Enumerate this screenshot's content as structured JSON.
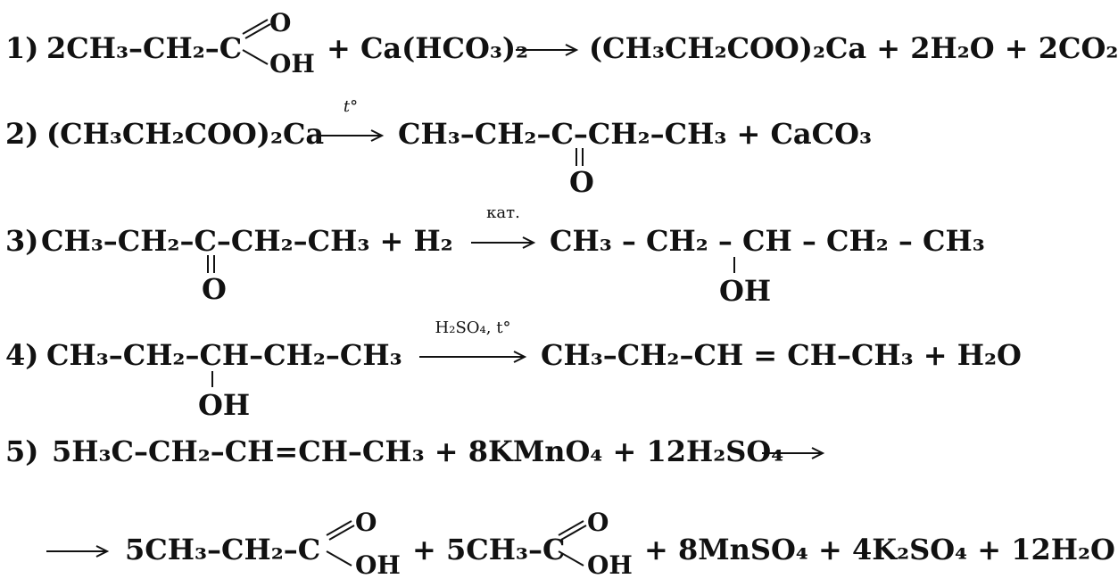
{
  "reactions": [
    {
      "number": "1)",
      "left": "2CH₃–CH₂–C",
      "carbonyl_o": "O",
      "carbonyl_oh": "OH",
      "plus_reagent": "+ Ca(HCO₃)₂",
      "arrow_label": "",
      "right": "(CH₃CH₂COO)₂Ca  + 2H₂O + 2CO₂"
    },
    {
      "number": "2)",
      "left": "(CH₃CH₂COO)₂Ca",
      "arrow_label": "t°",
      "right_main": "CH₃–CH₂–C–CH₂–CH₃ + CaCO₃",
      "right_sub": "O"
    },
    {
      "number": "3)",
      "left_main": "CH₃–CH₂–C–CH₂–CH₃ + H₂",
      "left_sub": "O",
      "arrow_label": "кат.",
      "right_main": "CH₃ – CH₂ – CH – CH₂ – CH₃",
      "right_sub": "OH"
    },
    {
      "number": "4)",
      "left_main": "CH₃–CH₂–CH–CH₂–CH₃",
      "left_sub": "OH",
      "arrow_label": "H₂SO₄, t°",
      "right": "CH₃–CH₂–CH = CH–CH₃ + H₂O"
    },
    {
      "number": "5)",
      "left": "5H₃C–CH₂–CH=CH–CH₃ + 8KMnO₄ + 12H₂SO₄",
      "arrow_label": ""
    },
    {
      "number": "",
      "arrow_label": "",
      "product1": "5CH₃–CH₂–C",
      "product1_o": "O",
      "product1_oh": "OH",
      "product2": "+ 5CH₃–C",
      "product2_o": "O",
      "product2_oh": "OH",
      "rest": "+ 8MnSO₄ + 4K₂SO₄ + 12H₂O"
    }
  ]
}
